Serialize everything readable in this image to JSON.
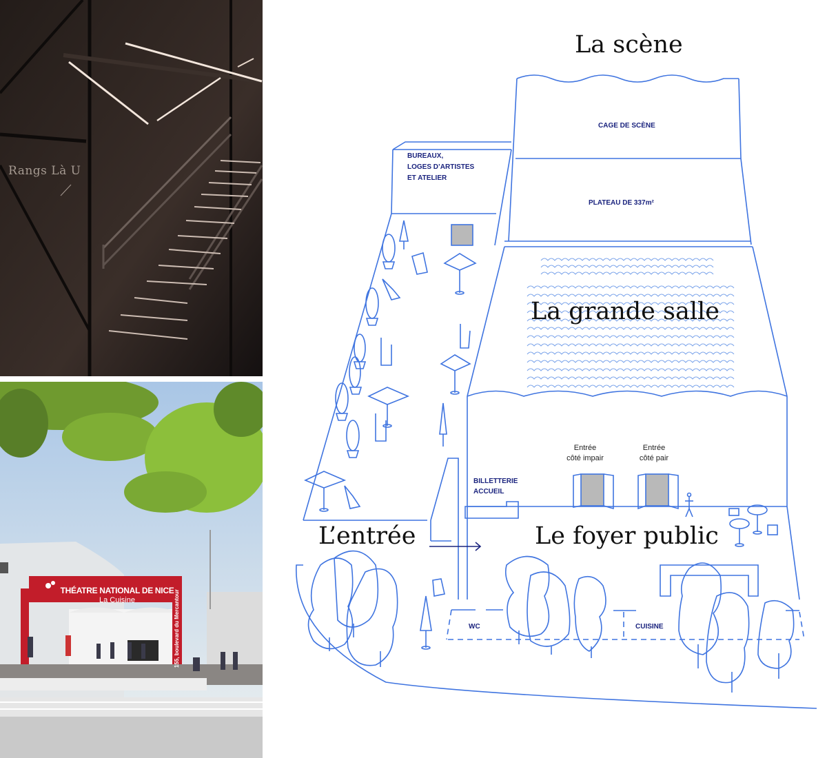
{
  "photos": {
    "stairs": {
      "caption": "Rangs Là U",
      "description": "Dark interior staircase with suspended light bars"
    },
    "entrance": {
      "sign_title": "THÉATRE NATIONAL DE NICE",
      "sign_subtitle": "La Cuisine",
      "sign_side": "155, boulevard du Mercantour"
    }
  },
  "plan": {
    "titles": {
      "scene": "La scène",
      "grande_salle": "La grande salle",
      "entree": "L’entrée",
      "foyer": "Le foyer public"
    },
    "labels": {
      "cage_scene": "CAGE DE SCÈNE",
      "plateau": "PLATEAU DE 337m²",
      "bureaux_line1": "BUREAUX,",
      "bureaux_line2": "LOGES D’ARTISTES",
      "bureaux_line3": "ET ATELIER",
      "billetterie_line1": "BILLETTERIE",
      "billetterie_line2": "ACCUEIL",
      "entree_impair_line1": "Entrée",
      "entree_impair_line2": "côté impair",
      "entree_pair_line1": "Entrée",
      "entree_pair_line2": "côté pair",
      "wc": "WC",
      "cuisine": "CUISINE"
    },
    "colors": {
      "line": "#3f74e0",
      "label": "#1a237e",
      "door_fill": "#b9b9b9"
    }
  }
}
